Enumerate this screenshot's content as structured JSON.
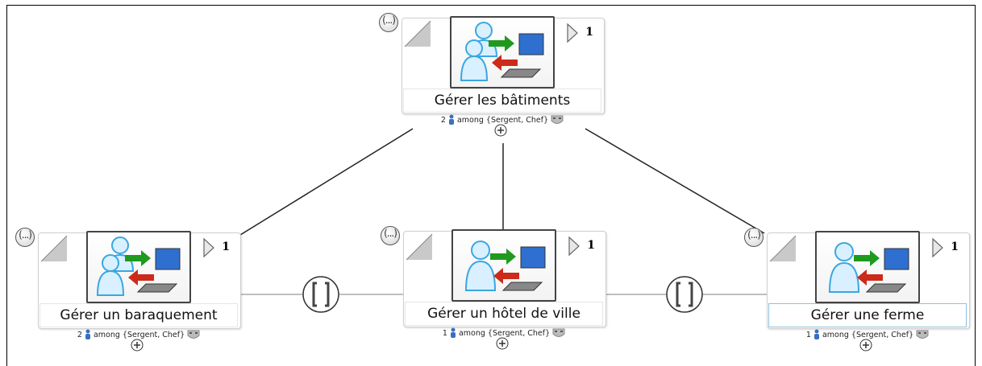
{
  "tasks": [
    {
      "id": "root",
      "title": "Gérer les bâtiments",
      "count": "1",
      "actors_count": "2",
      "actors_text": "among {Sergent, Chef}",
      "more": "(...)"
    },
    {
      "id": "baraquement",
      "title": "Gérer un baraquement",
      "count": "1",
      "actors_count": "2",
      "actors_text": "among {Sergent, Chef}",
      "more": "(...)"
    },
    {
      "id": "hotel",
      "title": "Gérer un hôtel de ville",
      "count": "1",
      "actors_count": "1",
      "actors_text": "among {Sergent, Chef}",
      "more": "(...)"
    },
    {
      "id": "ferme",
      "title": "Gérer une ferme",
      "count": "1",
      "actors_count": "1",
      "actors_text": "among {Sergent, Chef}",
      "more": "(...)"
    }
  ],
  "operators": [
    {
      "between": [
        "baraquement",
        "hotel"
      ],
      "symbol": "[ ]",
      "icon": "interleave-bracket-icon"
    },
    {
      "between": [
        "hotel",
        "ferme"
      ],
      "symbol": "[ ]",
      "icon": "interleave-bracket-icon"
    }
  ],
  "colors": {
    "arrow_green": "#1f9a1f",
    "arrow_red": "#cc2a1a",
    "user_blue": "#3aa7e0",
    "monitor_blue": "#2f6fd0"
  }
}
